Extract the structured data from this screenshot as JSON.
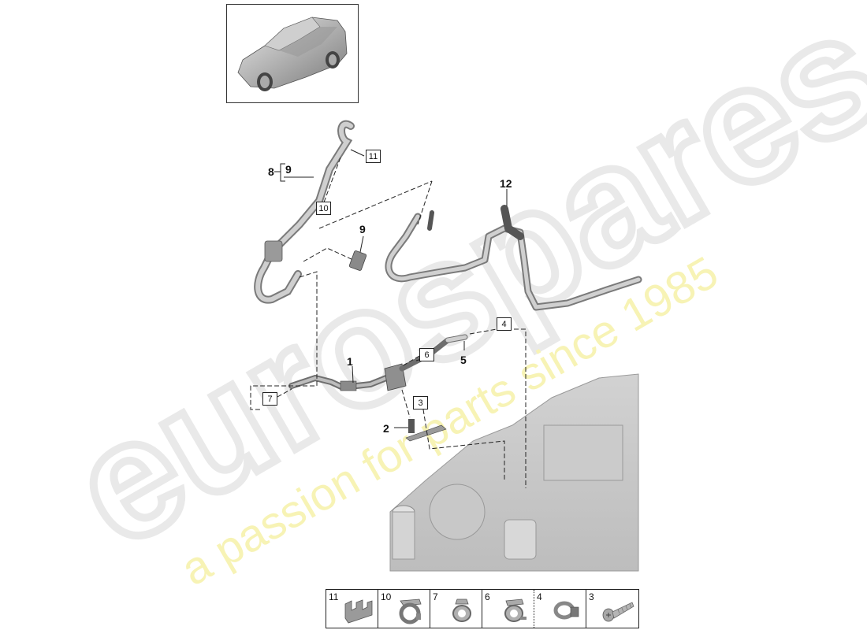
{
  "watermark": {
    "brand": "eurospares",
    "tagline": "a passion for parts since 1985",
    "brand_color": "#e6e6e6",
    "tagline_color": "#f7f3b0"
  },
  "vehicle_thumbnail": {
    "label": "vehicle-overview"
  },
  "callouts": [
    {
      "id": "1",
      "label": "1"
    },
    {
      "id": "2",
      "label": "2"
    },
    {
      "id": "5",
      "label": "5"
    },
    {
      "id": "8",
      "label": "8"
    },
    {
      "id": "9a",
      "label": "9"
    },
    {
      "id": "9b",
      "label": "9"
    },
    {
      "id": "12",
      "label": "12"
    }
  ],
  "boxed_callouts": [
    {
      "id": "3",
      "label": "3"
    },
    {
      "id": "4",
      "label": "4"
    },
    {
      "id": "6",
      "label": "6"
    },
    {
      "id": "7",
      "label": "7"
    },
    {
      "id": "10",
      "label": "10"
    },
    {
      "id": "11",
      "label": "11"
    }
  ],
  "legend": [
    {
      "num": "11",
      "part": "retaining-clip"
    },
    {
      "num": "10",
      "part": "hose-clamp"
    },
    {
      "num": "7",
      "part": "hose-clamp"
    },
    {
      "num": "6",
      "part": "hose-clamp"
    },
    {
      "num": "4",
      "part": "hose-clamp"
    },
    {
      "num": "3",
      "part": "screw"
    }
  ]
}
